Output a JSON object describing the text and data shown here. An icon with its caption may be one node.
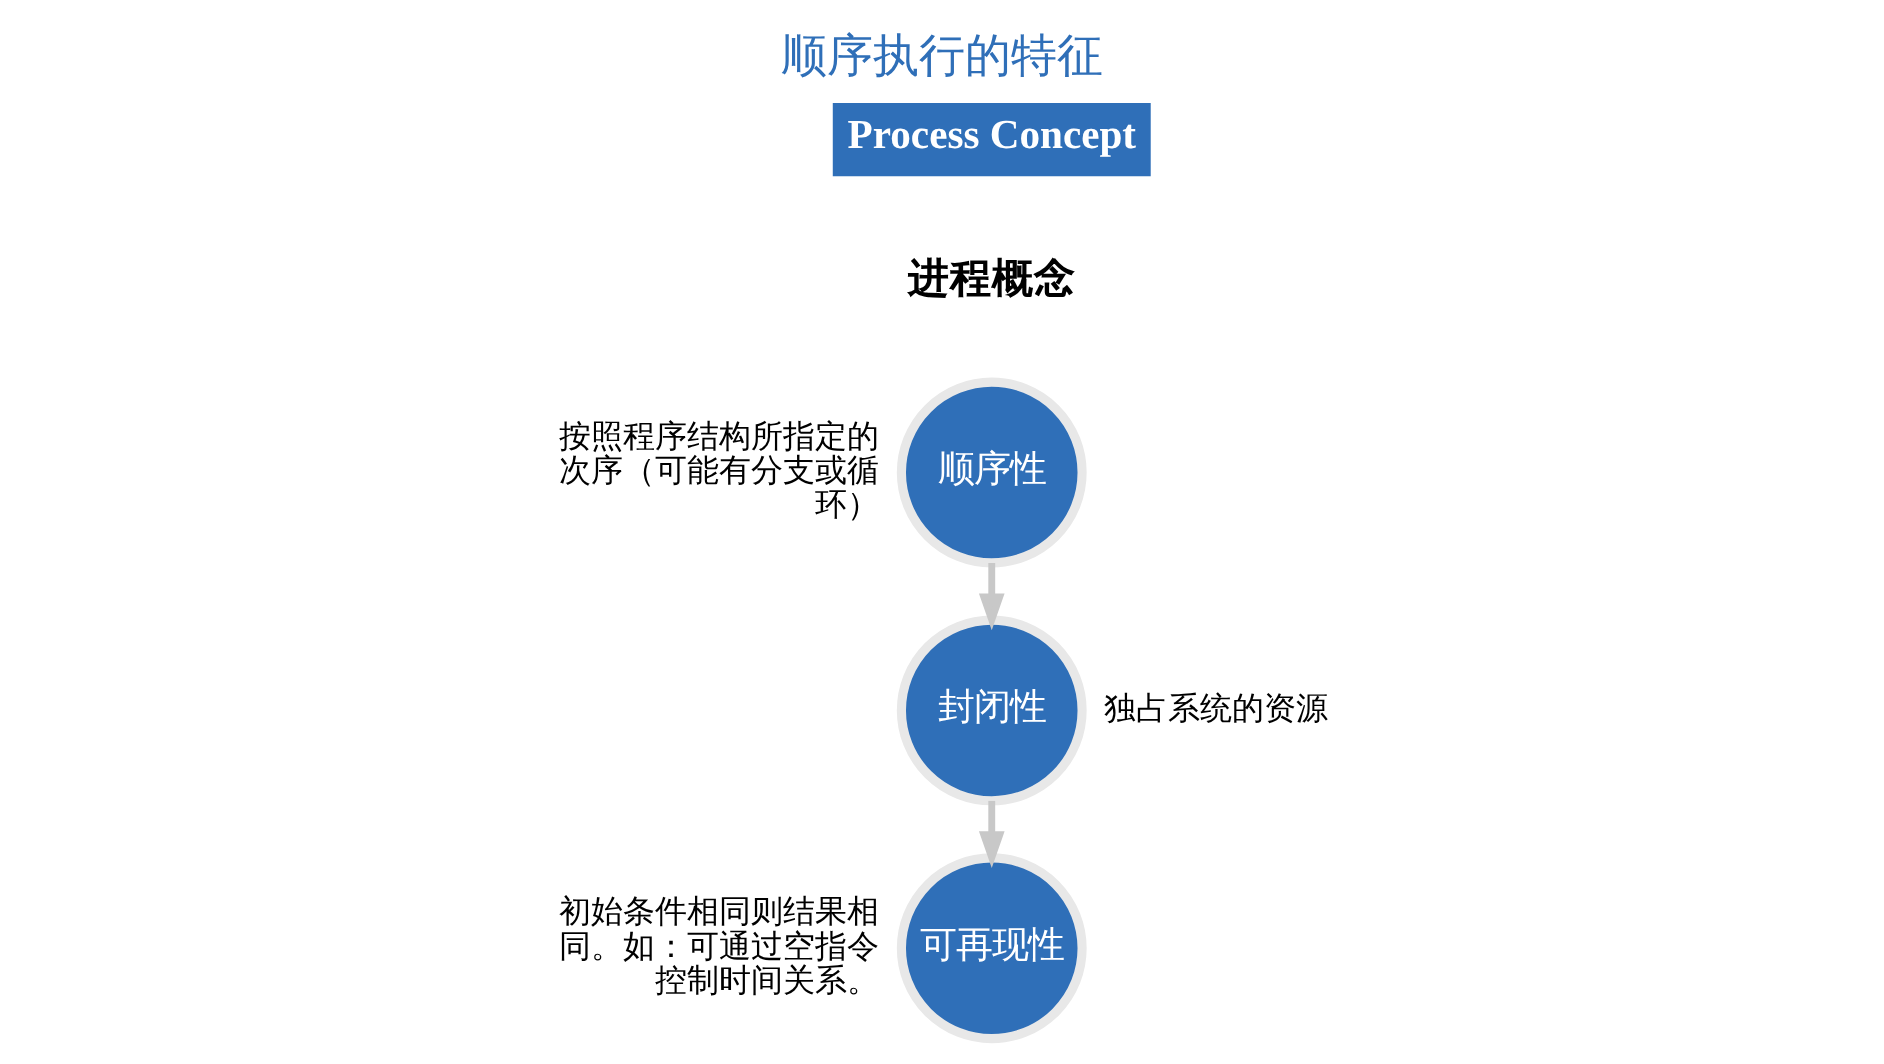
{
  "diagram": {
    "title": "顺序执行的特征",
    "nodes": [
      {
        "text": [
          "顺序性"
        ],
        "beside": [
          "按照程序结构所指定的次序（可能有分支或循环）"
        ]
      },
      {
        "text": [
          "封闭性"
        ],
        "beside": [
          "独占系统的资源"
        ]
      },
      {
        "text": [
          "可再现性"
        ],
        "beside": [
          "初始条件相同则结果相同。如：可通过空指令控制时间关系。"
        ]
      }
    ],
    "edges": [
      {
        "from": 0,
        "to": 1,
        "arrow": "to"
      },
      {
        "from": 1,
        "to": 2,
        "arrow": "to"
      }
    ],
    "labels": [
      "Process Concept",
      "进程概念"
    ]
  }
}
